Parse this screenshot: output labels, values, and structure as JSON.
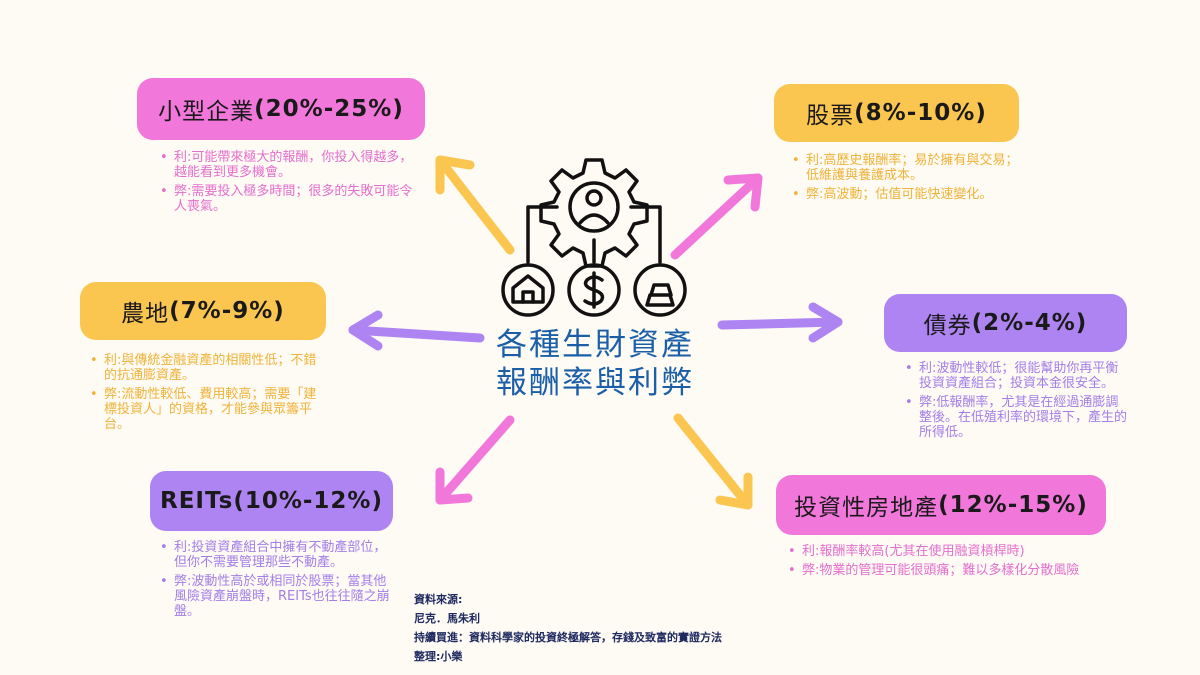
{
  "title": {
    "line1": "各種生財資產",
    "line2": "報酬率與利弊"
  },
  "colors": {
    "pink": "#f277db",
    "yellow": "#fbc650",
    "purple": "#ad84f1",
    "title": "#1a5fa8",
    "bg": "#fefaf4"
  },
  "center_icon": {
    "top": "gear-person-icon",
    "left": "house-icon",
    "middle": "dollar-coin-icon",
    "right": "gold-bars-icon"
  },
  "assets": [
    {
      "name": "小型企業",
      "range": "(20%-25%)",
      "pros": "利:可能帶來極大的報酬，你投入得越多，越能看到更多機會。",
      "cons": "弊:需要投入極多時間；很多的失敗可能令人喪氣。"
    },
    {
      "name": "股票",
      "range": "(8%-10%)",
      "pros": "利:高歷史報酬率；易於擁有與交易；低維護與養護成本。",
      "cons": "弊:高波動；估值可能快速變化。"
    },
    {
      "name": "農地",
      "range": "(7%-9%)",
      "pros": "利:與傳統金融資產的相關性低；不錯的抗通膨資產。",
      "cons": "弊:流動性較低、費用較高；需要「建標投資人」的資格，才能參與眾籌平台。"
    },
    {
      "name": "債券",
      "range": "(2%-4%)",
      "pros": "利:波動性較低；很能幫助你再平衡投資資產組合；投資本金很安全。",
      "cons": "弊:低報酬率，尤其是在經過通膨調整後。在低殖利率的環境下，產生的所得低。"
    },
    {
      "name": "REITs",
      "range": "(10%-12%)",
      "pros": "利:投資資產組合中擁有不動產部位，但你不需要管理那些不動產。",
      "cons": "弊:波動性高於或相同於股票；當其他風險資產崩盤時，REITs也往往隨之崩盤。"
    },
    {
      "name": "投資性房地產",
      "range": "(12%-15%)",
      "pros": "利:報酬率較高(尤其在使用融資槓桿時)",
      "cons": "弊:物業的管理可能很頭痛；難以多樣化分散風險"
    }
  ],
  "source": {
    "label": "資料來源:",
    "author": "尼克．馬朱利",
    "book": "持續買進：資料科學家的投資終極解答，存錢及致富的實證方法",
    "editor": "整理:小樂"
  }
}
